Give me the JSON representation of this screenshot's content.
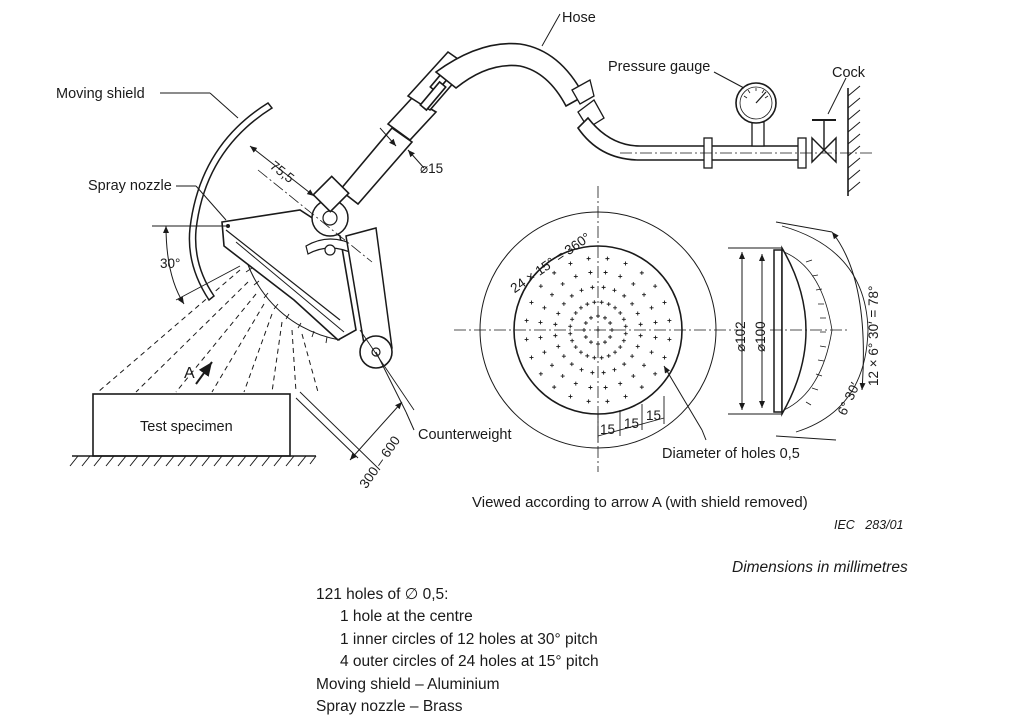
{
  "labels": {
    "hose": "Hose",
    "pressure_gauge": "Pressure gauge",
    "cock": "Cock",
    "moving_shield": "Moving shield",
    "spray_nozzle": "Spray nozzle",
    "test_specimen": "Test specimen",
    "counterweight": "Counterweight",
    "arrow_a": "A",
    "diameter_of_holes": "Diameter of holes 0,5",
    "viewed_caption": "Viewed according to arrow A (with shield removed)",
    "iec_ref": "IEC   283/01",
    "units_note": "Dimensions in millimetres"
  },
  "dimensions": {
    "arm_length": "75,5",
    "hose_diameter": "⌀15",
    "shield_angle": "30°",
    "distance": "300 – 600",
    "pitch_circle": "24 × 15° = 360°",
    "spacing_1": "15",
    "spacing_2": "15",
    "spacing_3": "15",
    "outer_diameter": "⌀102",
    "inner_diameter": "⌀100",
    "side_angle_total": "12 × 6° 30′ = 78°",
    "side_angle_step": "6° 30′"
  },
  "notes": {
    "line1": "121 holes of ∅ 0,5:",
    "line2": "1 hole at the centre",
    "line3": "1 inner circles of 12 holes at 30° pitch",
    "line4": "4 outer circles of 24 holes at 15° pitch",
    "line5": "Moving shield – Aluminium",
    "line6": "Spray nozzle – Brass"
  }
}
